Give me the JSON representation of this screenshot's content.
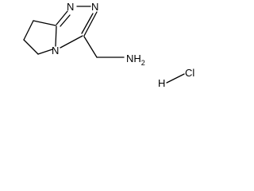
{
  "molecule": {
    "atoms": {
      "n_top_left": "N",
      "n_top_right": "N",
      "n_ring_fused": "N",
      "amine": "NH",
      "amine_subscript": "2",
      "hydrogen": "H",
      "chlorine": "Cl"
    },
    "line_color": "#000000"
  }
}
